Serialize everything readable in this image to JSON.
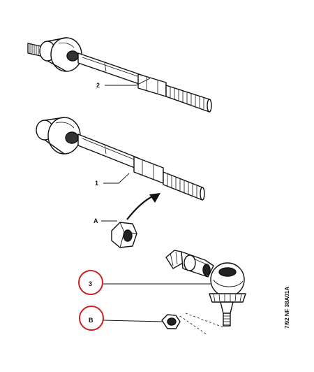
{
  "diagram": {
    "callouts": [
      {
        "id": "2",
        "label": "2"
      },
      {
        "id": "1",
        "label": "1"
      },
      {
        "id": "A",
        "label": "A"
      },
      {
        "id": "3",
        "label": "3"
      },
      {
        "id": "B",
        "label": "B"
      }
    ],
    "highlighted_callouts": [
      "3",
      "B"
    ],
    "highlight_color": "#cc2020",
    "side_code": "7/92  NF 38A01A"
  }
}
